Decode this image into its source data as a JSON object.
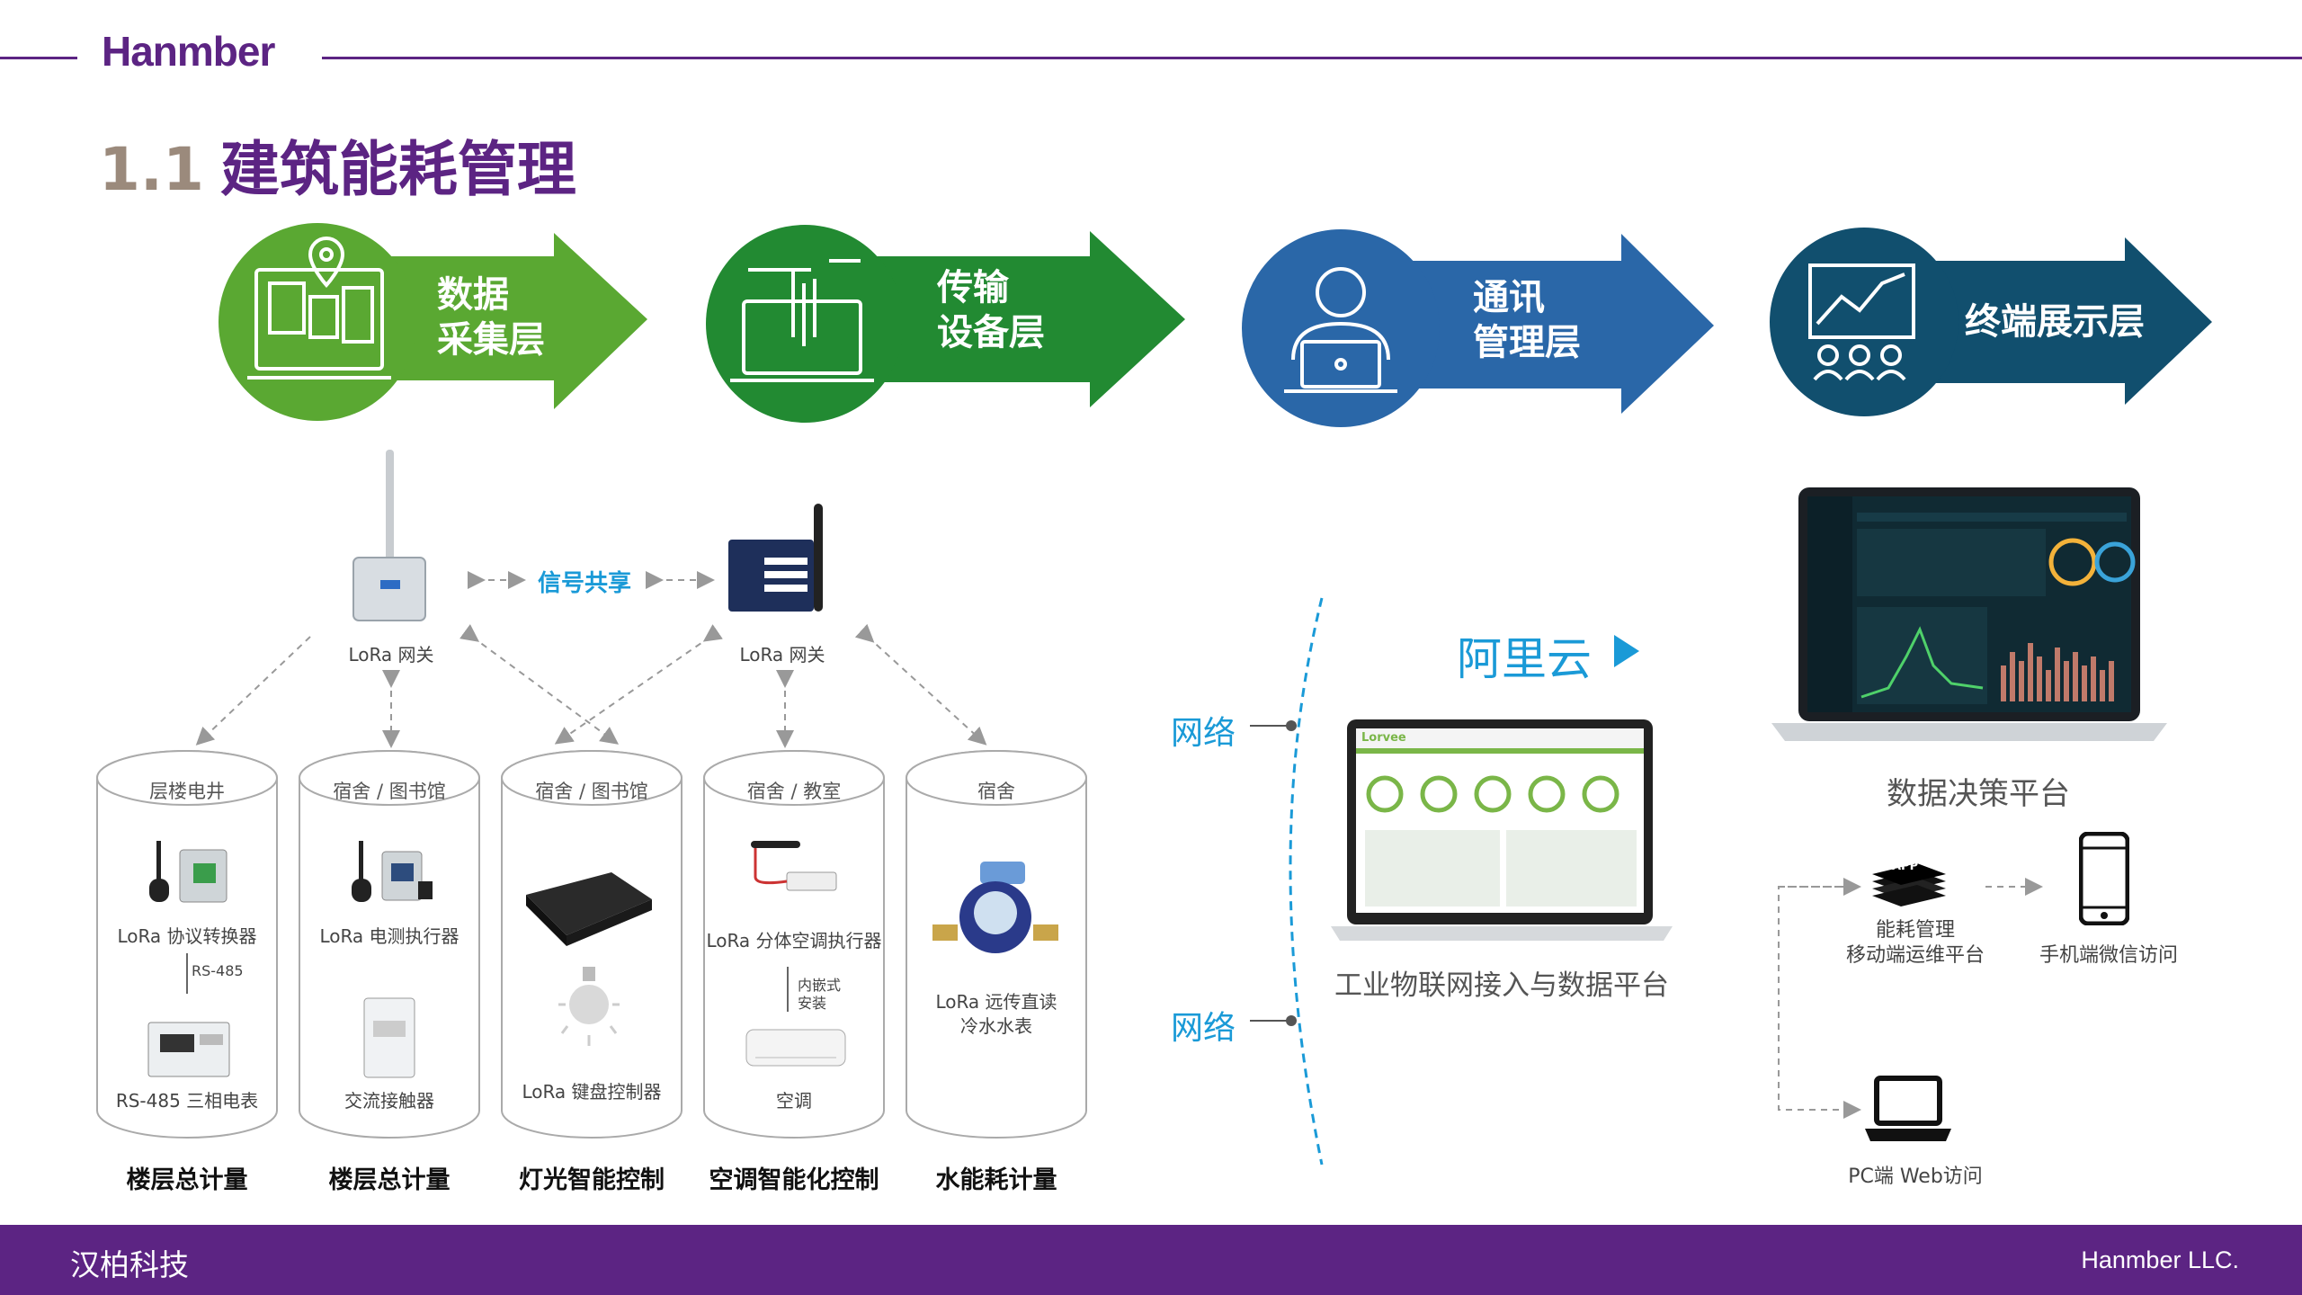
{
  "header": {
    "logo": "Hanmber",
    "title_num": "1.1",
    "title_text": "建筑能耗管理"
  },
  "layers": [
    {
      "l1": "数据",
      "l2": "采集层",
      "color": "#5aa832"
    },
    {
      "l1": "传输",
      "l2": "设备层",
      "color": "#228a32"
    },
    {
      "l1": "通讯",
      "l2": "管理层",
      "color": "#2a67a8"
    },
    {
      "l1": "终端展示层",
      "l2": "",
      "color": "#114f6e"
    }
  ],
  "gateways": {
    "left": "LoRa 网关",
    "right": "LoRa 网关",
    "share": "信号共享"
  },
  "cylinders": [
    {
      "title": "层楼电井",
      "item1": "LoRa 协议转换器",
      "mid": "RS-485",
      "item2": "RS-485 三相电表",
      "bottom": "楼层总计量"
    },
    {
      "title": "宿舍 / 图书馆",
      "item1": "LoRa 电测执行器",
      "item2": "交流接触器",
      "bottom": "楼层总计量"
    },
    {
      "title": "宿舍 / 图书馆",
      "item1": "LoRa 键盘控制器",
      "bottom": "灯光智能控制"
    },
    {
      "title": "宿舍 / 教室",
      "item1": "LoRa 分体空调执行器",
      "mid1": "内嵌式",
      "mid2": "安装",
      "item2": "空调",
      "bottom": "空调智能化控制"
    },
    {
      "title": "宿舍",
      "item1": "LoRa 远传直读",
      "item2": "冷水水表",
      "bottom": "水能耗计量"
    }
  ],
  "network": {
    "net1": "网络",
    "net2": "网络",
    "cloud": "阿里云",
    "platform": "工业物联网接入与数据平台",
    "screen_logo": "Lorvee"
  },
  "terminal": {
    "decision": "数据决策平台",
    "app_badge": "APP",
    "app1": "能耗管理",
    "app2": "移动端运维平台",
    "phone": "手机端微信访问",
    "pc": "PC端 Web访问"
  },
  "footer": {
    "left": "汉柏科技",
    "right": "Hanmber LLC."
  }
}
